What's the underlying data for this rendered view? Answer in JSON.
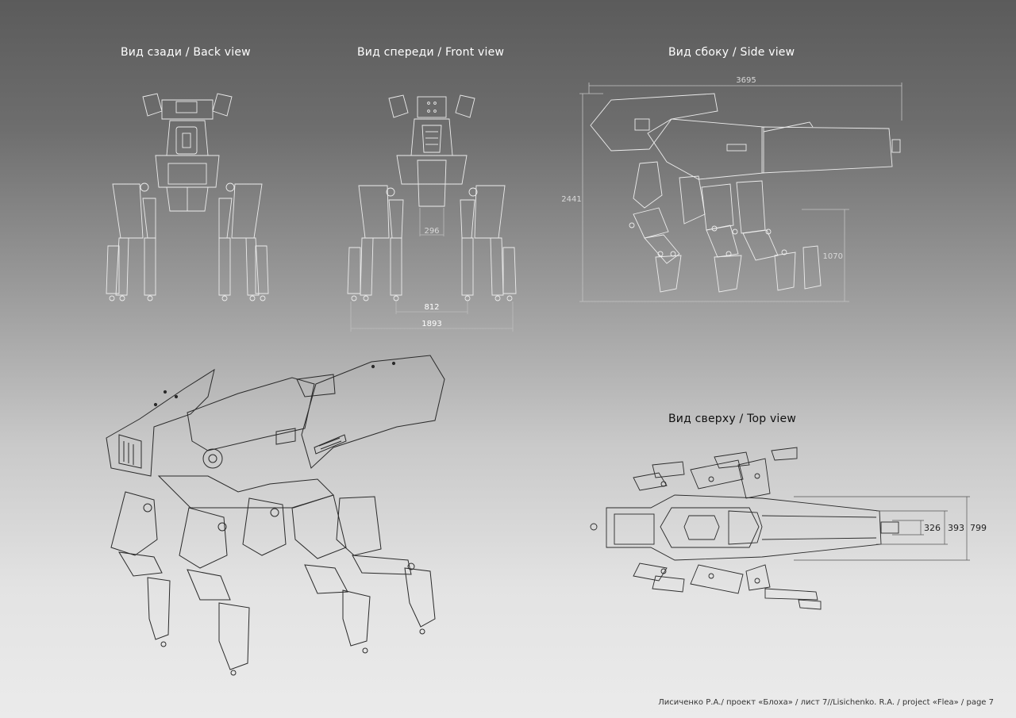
{
  "views": {
    "back_title": "Вид сзади / Back view",
    "front_title": "Вид спереди / Front view",
    "side_title": "Вид сбоку / Side view",
    "top_title": "Вид сверху / Top view"
  },
  "dimensions": {
    "front_inner": "296",
    "front_track": "812",
    "front_width": "1893",
    "side_length": "3695",
    "side_height": "2441",
    "side_leg_height": "1070",
    "top_a": "326",
    "top_b": "393",
    "top_c": "799"
  },
  "footer": "Лисиченко Р.А./ проект «Блоха» / лист 7//Lisichenko. R.A. / project «Flea» / page 7",
  "colors": {
    "line_light": "#e8e8e8",
    "line_dark": "#2a2a2a",
    "dim_line": "#bdbdbd"
  }
}
